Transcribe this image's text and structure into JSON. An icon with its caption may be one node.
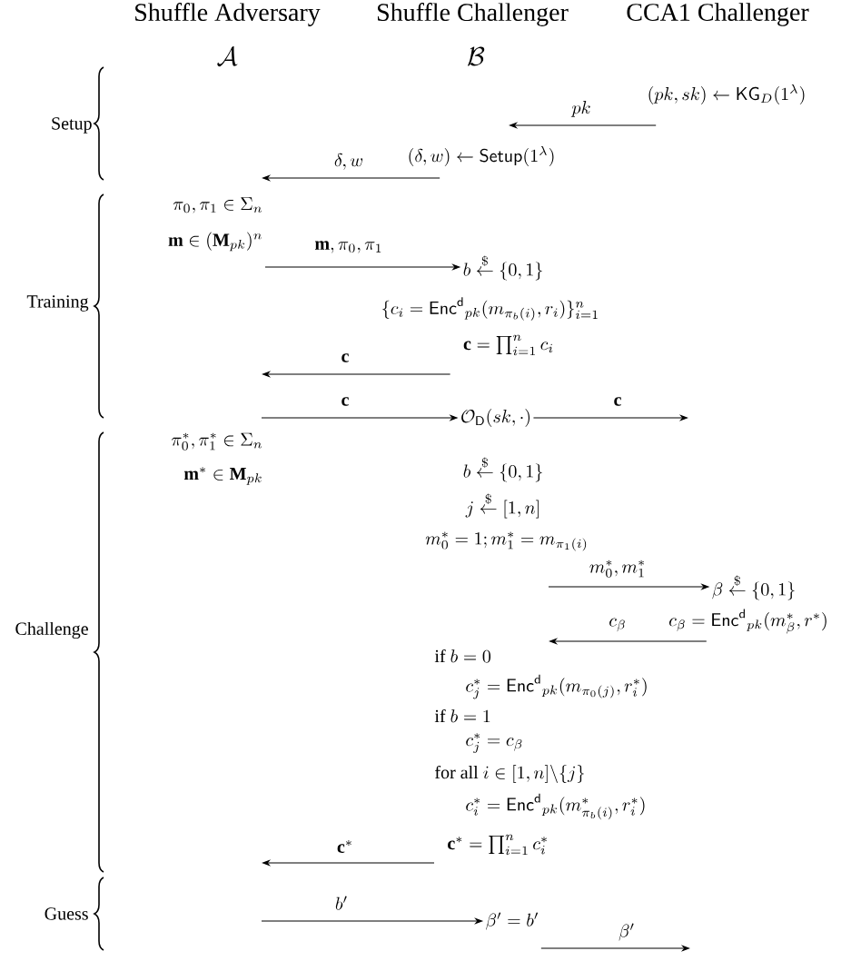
{
  "diagram": {
    "nodes": [
      {
        "text": [
          "(pk, sk) \\leftarrow \\mathsf{KG}_D(1^{\\lambda})"
        ]
      },
      {
        "text": [
          "(\\delta, w) \\leftarrow \\mathsf{Setup}(1^{\\lambda})"
        ]
      },
      {
        "text": [
          "\\pi_0, \\pi_1 \\in \\Sigma_n"
        ]
      },
      {
        "text": [
          "\\mathbf{m} \\in (\\mathbf{M}_{pk})^n"
        ]
      },
      {
        "text": [
          "b \\stackrel{\\$}{\\leftarrow} \\{0,1\\}"
        ]
      },
      {
        "text": [
          "\\mathbf{c} = \\prod_{i=1}^{n} c_i"
        ]
      },
      {
        "text": [
          "\\mathcal{O}_{\\mathsf{D}}(sk, \\cdot)"
        ]
      },
      {
        "text": [
          "\\beta \\stackrel{\\$}{\\leftarrow} \\{0,1\\}"
        ]
      },
      {
        "text": [
          "c_{\\beta} = \\mathsf{Enc}^{\\mathsf{d}}{}_{pk}(m^*_{\\beta}, r^*)"
        ]
      },
      {
        "text": [
          "\\mathbf{c}^* = \\prod_{i=1}^{n} c^*_i"
        ]
      },
      {
        "text": [
          "\\beta' = b'"
        ]
      }
    ],
    "edges": [
      {
        "from": 0,
        "to": 1,
        "arrow": "to",
        "label": "pk"
      },
      {
        "from": 1,
        "to": 2,
        "arrow": "to",
        "label": "\\delta, w"
      },
      {
        "from": 3,
        "to": 4,
        "arrow": "to",
        "label": "\\mathbf{m}, \\pi_0, \\pi_1"
      },
      {
        "from": 5,
        "to": null,
        "arrow": "to",
        "label": "\\mathbf{c}"
      },
      {
        "from": null,
        "to": 6,
        "arrow": "to",
        "label": "\\mathbf{c}"
      },
      {
        "from": 6,
        "to": null,
        "arrow": "to",
        "label": "\\mathbf{c}"
      },
      {
        "from": null,
        "to": 7,
        "arrow": "to",
        "label": "m^*_0, m^*_1"
      },
      {
        "from": 8,
        "to": null,
        "arrow": "to",
        "label": "c_{\\beta}"
      },
      {
        "from": 9,
        "to": null,
        "arrow": "to",
        "label": "\\mathbf{c}^*"
      },
      {
        "from": null,
        "to": 10,
        "arrow": "to",
        "label": "b'"
      },
      {
        "from": 10,
        "to": null,
        "arrow": "to",
        "label": "\\beta'"
      }
    ],
    "labels": [
      "Shuffle Adversary",
      "Shuffle Challenger",
      "CCA1 Challenger",
      "\\mathcal{A}",
      "\\mathcal{B}",
      "Setup",
      "Training",
      "\\{c_i = \\mathsf{Enc}^{\\mathsf{d}}{}_{pk}(m_{\\pi_b(i)}, r_i)\\}_{i=1}^{n}",
      "\\pi^*_0, \\pi^*_1 \\in \\Sigma_n",
      "\\mathbf{m}^* \\in \\mathbf{M}_{pk}",
      "b \\stackrel{\\$}{\\leftarrow} \\{0,1\\}",
      "j \\stackrel{\\$}{\\leftarrow} [1,n]",
      "m^*_0 = 1; m^*_1 = m_{\\pi_1(i)}",
      "Challenge",
      "\\text{if } b = 0",
      "c^*_j = \\mathsf{Enc}^{\\mathsf{d}}{}_{pk}(m_{\\pi_0(j)}, r^*_i)",
      "\\text{if } b = 1",
      "c^*_j = c_{\\beta}",
      "\\text{for all } i \\in [1,n] \\backslash \\{j\\}",
      "c^*_i = \\mathsf{Enc}^{\\mathsf{d}}{}_{pk}(m^*_{\\pi_b(i)}, r^*_i)",
      "Guess"
    ]
  }
}
